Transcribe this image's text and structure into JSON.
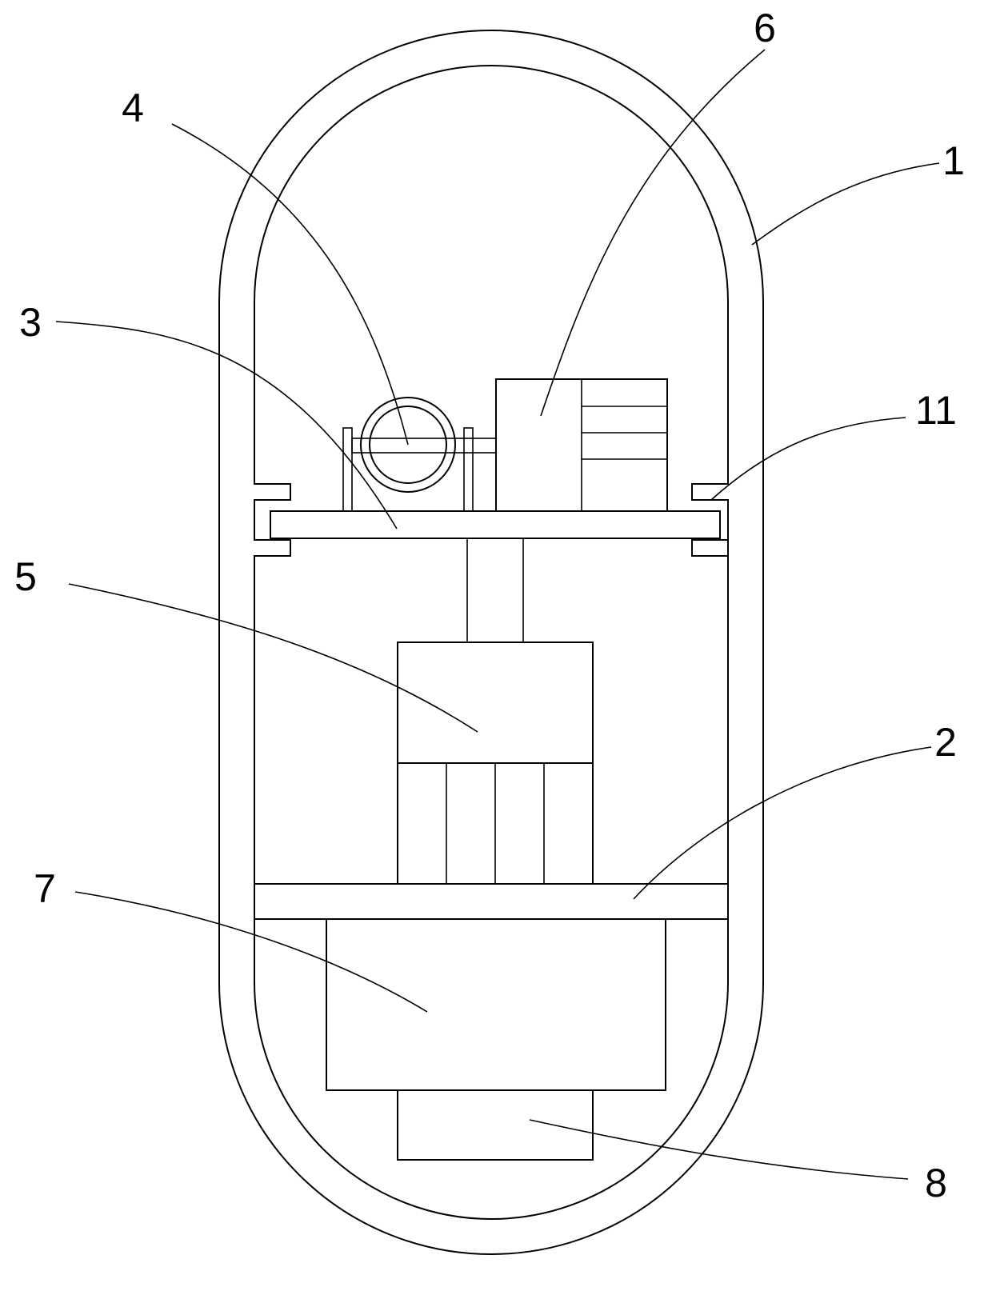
{
  "colors": {
    "line": "#000000",
    "background": "#ffffff"
  },
  "labels": [
    {
      "id": "1",
      "text": "1"
    },
    {
      "id": "2",
      "text": "2"
    },
    {
      "id": "3",
      "text": "3"
    },
    {
      "id": "4",
      "text": "4"
    },
    {
      "id": "5",
      "text": "5"
    },
    {
      "id": "6",
      "text": "6"
    },
    {
      "id": "7",
      "text": "7"
    },
    {
      "id": "8",
      "text": "8"
    },
    {
      "id": "11",
      "text": "11"
    }
  ]
}
